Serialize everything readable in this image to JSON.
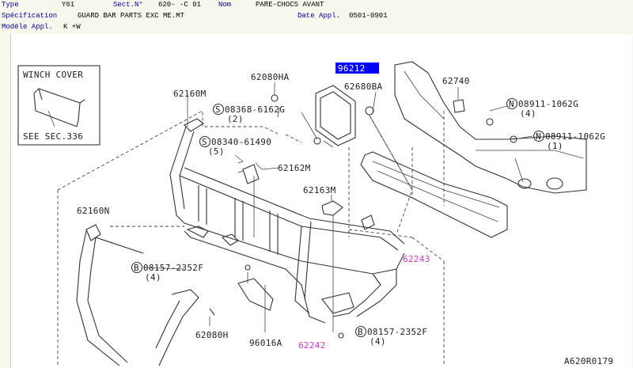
{
  "header": {
    "type_label": "Type",
    "type_value": "Y61",
    "sect_label": "Sect.N°",
    "sect_value": "620-   -C 01",
    "nom_label": "Nom",
    "nom_value": "PARE-CHOCS AVANT",
    "spec_label": "Spécification",
    "spec_value": "GUARD BAR PARTS EXC ME.MT",
    "date_label": "Date Appl.",
    "date_value": "0501-0901",
    "model_label": "Modèle Appl.",
    "model_value": "K +W"
  },
  "diagram": {
    "inset_title": "WINCH COVER",
    "inset_ref": "SEE SEC.336",
    "selected_part": "96212",
    "labels": {
      "p62080HA": "62080HA",
      "p62680BA": "62680BA",
      "p62740": "62740",
      "p62160M": "62160M",
      "p08368": "08368-6162G",
      "p08368_qty": "(2)",
      "p08911a": "08911-1062G",
      "p08911a_qty": "(4)",
      "p08911b": "08911-1062G",
      "p08911b_qty": "(1)",
      "p08340": "08340-61490",
      "p08340_qty": "(5)",
      "p62162M": "62162M",
      "p62163M": "62163M",
      "p62160N": "62160N",
      "p62243": "62243",
      "p08157a": "08157-2352F",
      "p08157a_qty": "(4)",
      "p08157b": "08157-2352F",
      "p08157b_qty": "(4)",
      "p62080H": "62080H",
      "p96016A": "96016A",
      "p62242": "62242",
      "drawing_code": "A620R0179"
    },
    "circle_letters": {
      "s": "S",
      "n": "N",
      "b": "B"
    }
  }
}
